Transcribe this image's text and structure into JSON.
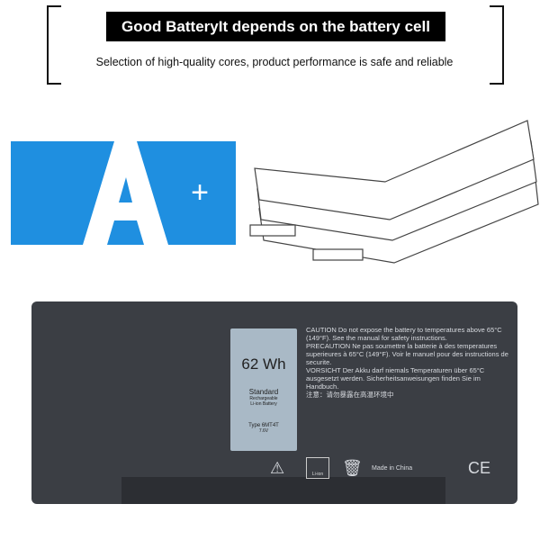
{
  "header": {
    "title": "Good BatteryIt depends on the battery cell",
    "subtitle": "Selection of high-quality cores, product performance is safe and reliable"
  },
  "grade": {
    "letter": "A",
    "plus": "+"
  },
  "battery": {
    "capacity": "62 Wh",
    "type_line1": "Standard",
    "type_line2": "Rechargeable",
    "type_line3": "Li-ion Battery",
    "model": "Type 6MT4T",
    "voltage": "7.6V",
    "warnings": [
      "CAUTION Do not expose the battery to temperatures above 65°C (149°F). See the manual for safety instructions.",
      "PRECAUTION Ne pas soumettre la batterie à des temperatures superieures à 65°C (149°F). Voir le manuel pour des instructions de securite.",
      "VORSICHT Der Akku darf niemals Temperaturen über 65°C ausgesetzt werden. Sicherheitsanweisungen finden Sie im Handbuch.",
      "注意：请勿暴露在高温环境中"
    ],
    "ce": "CE",
    "recycle": "Li-ion",
    "made_in": "Made in China"
  }
}
